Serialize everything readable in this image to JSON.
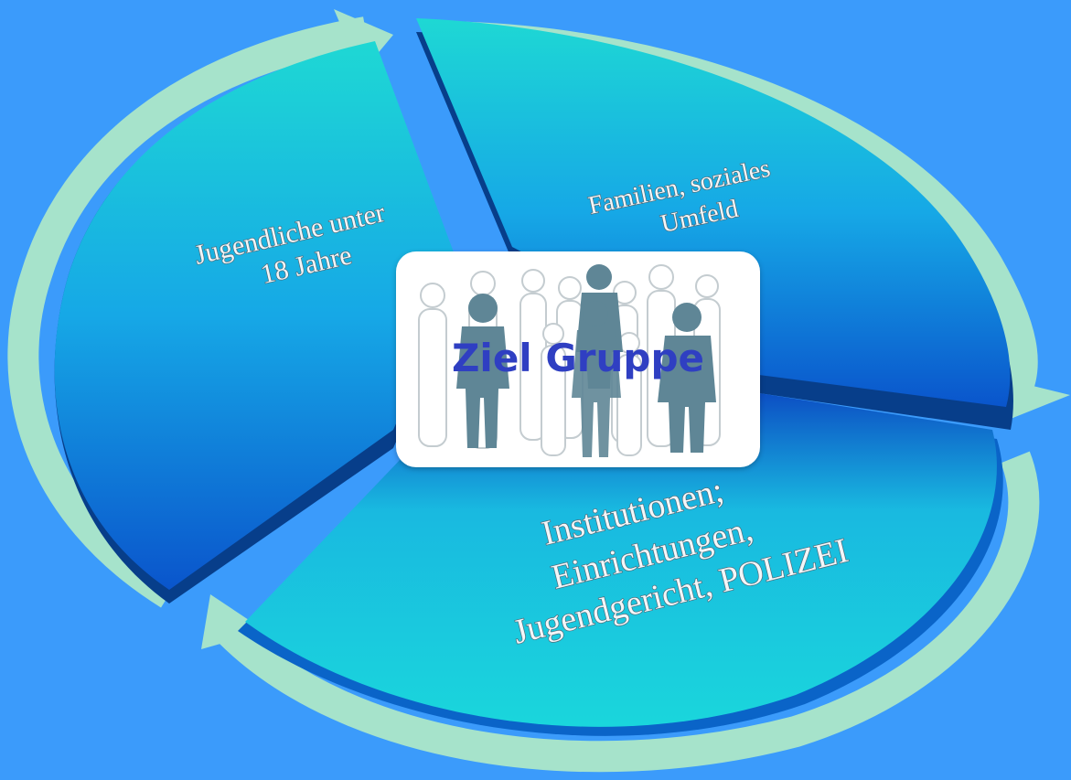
{
  "center": {
    "title": "Ziel Gruppe"
  },
  "segments": [
    {
      "id": "top-left",
      "lines": [
        "Jugendliche  unter",
        "18 Jahre"
      ]
    },
    {
      "id": "right",
      "lines": [
        "Familien, soziales",
        "Umfeld"
      ]
    },
    {
      "id": "bottom",
      "lines": [
        "Institutionen;",
        "Einrichtungen,",
        "Jugendgericht, POLIZEI"
      ]
    }
  ],
  "colors": {
    "background": "#3b9bfb",
    "ring": "#a6e3cb",
    "segment_light": "#1ecfe0",
    "segment_dark": "#0d5bd0",
    "title": "#2f3fc2"
  },
  "icons": [
    "cycle-arrow-icon",
    "people-group-icon"
  ]
}
